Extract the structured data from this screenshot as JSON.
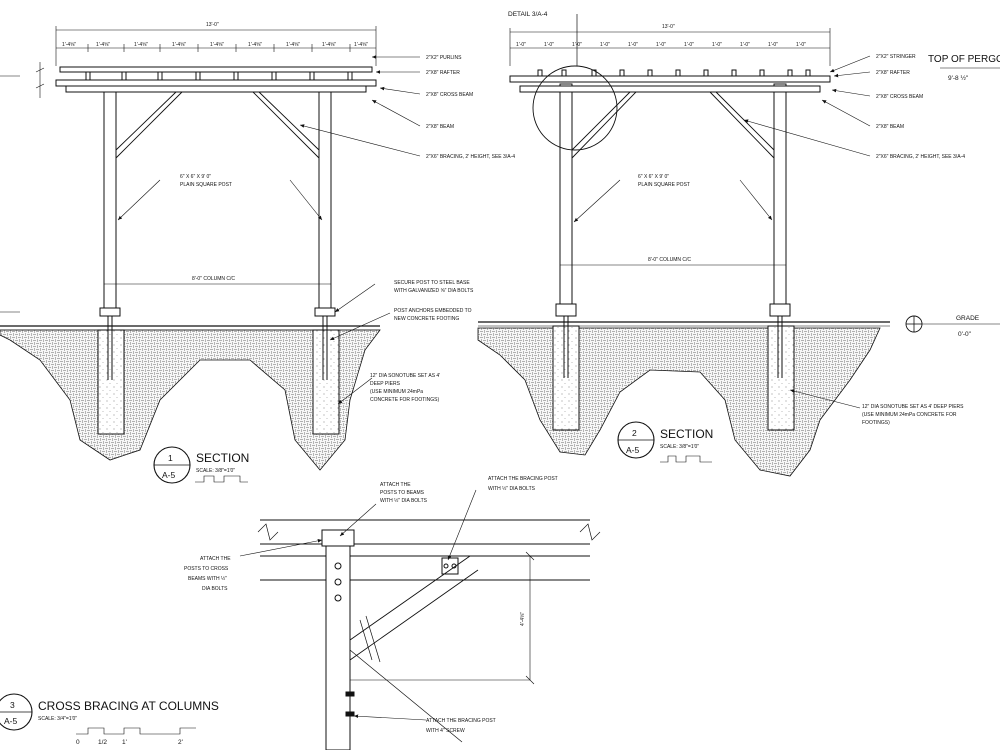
{
  "section1": {
    "overall_dim": "13'-0\"",
    "purlin_spacing": "1'-4⅝\"",
    "purlins": "2\"X2\" PURLINS",
    "rafter": "2\"X8\" RAFTER",
    "cross_beam": "2\"X8\" CROSS BEAM",
    "beam": "2\"X8\" BEAM",
    "bracing": "2\"X6\" BRACING, 2' HEIGHT, SEE 3/A-4",
    "post_1": "6\" X 6\" X 9' 0\"",
    "post_2": "PLAIN SQUARE POST",
    "column_cc": "8'-0\" COLUMN C/C",
    "steel_base_1": "SECURE POST TO STEEL BASE",
    "steel_base_2": "WITH GALVANIZED ⅝\" DIA BOLTS",
    "anchors_1": "POST ANCHORS EMBEDDED TO",
    "anchors_2": "NEW CONCRETE FOOTING",
    "piers_1": "12\" DIA SONOTUBE SET AS 4'",
    "piers_2": "DEEP PIERS",
    "piers_3": "(USE MINIMUM 24mPa",
    "piers_4": "CONCRETE FOR FOOTINGS)",
    "tag_number": "1",
    "tag_sheet": "A-5",
    "tag_title": "SECTION",
    "tag_scale": "SCALE: 3/8\"=1'0\""
  },
  "section2": {
    "detail_ref": "DETAIL 3/A-4",
    "overall_dim": "13'-0\"",
    "stringer_spacing": "1'-0\"",
    "stringer": "2\"X2\" STRINGER",
    "rafter": "2\"X8\" RAFTER",
    "cross_beam": "2\"X8\" CROSS BEAM",
    "beam": "2\"X8\" BEAM",
    "bracing": "2\"X6\" BRACING, 2' HEIGHT, SEE 3/A-4",
    "top_label": "TOP OF PERGO",
    "top_elev": "9'-8 ½\"",
    "post_1": "6\" X 6\" X 9' 0\"",
    "post_2": "PLAIN SQUARE POST",
    "column_cc": "8'-0\" COLUMN C/C",
    "grade": "GRADE",
    "grade_elev": "0'-0\"",
    "piers_1": "12\" DIA SONOTUBE SET AS 4' DEEP PIERS",
    "piers_2": "(USE MINIMUM 24mPa CONCRETE FOR",
    "piers_3": "FOOTINGS)",
    "tag_number": "2",
    "tag_sheet": "A-5",
    "tag_title": "SECTION",
    "tag_scale": "SCALE: 3/8\"=1'0\""
  },
  "detail3": {
    "attach_posts_1": "ATTACH THE",
    "attach_posts_2": "POSTS TO BEAMS",
    "attach_posts_3": "WITH ½\" DIA BOLTS",
    "attach_bracing_1": "ATTACH THE BRACING POST",
    "attach_bracing_2": "WITH ½\" DIA BOLTS",
    "attach_cross_1": "ATTACH THE",
    "attach_cross_2": "POSTS TO CROSS",
    "attach_cross_3": "BEAMS WITH ½\"",
    "attach_cross_4": "DIA BOLTS",
    "dim_height": "4'-4⅝\"",
    "screw_1": "ATTACH THE BRACING POST",
    "screw_2": "WITH 4\" SCREW",
    "tag_number": "3",
    "tag_sheet": "A-5",
    "tag_title": "CROSS BRACING AT COLUMNS",
    "tag_scale": "SCALE: 3/4\"=1'0\"",
    "bar_0": "0",
    "bar_half": "1/2",
    "bar_1": "1'",
    "bar_2": "2'"
  },
  "colors": {
    "line": "#111111",
    "ground_fill": "#f2f2f2"
  }
}
